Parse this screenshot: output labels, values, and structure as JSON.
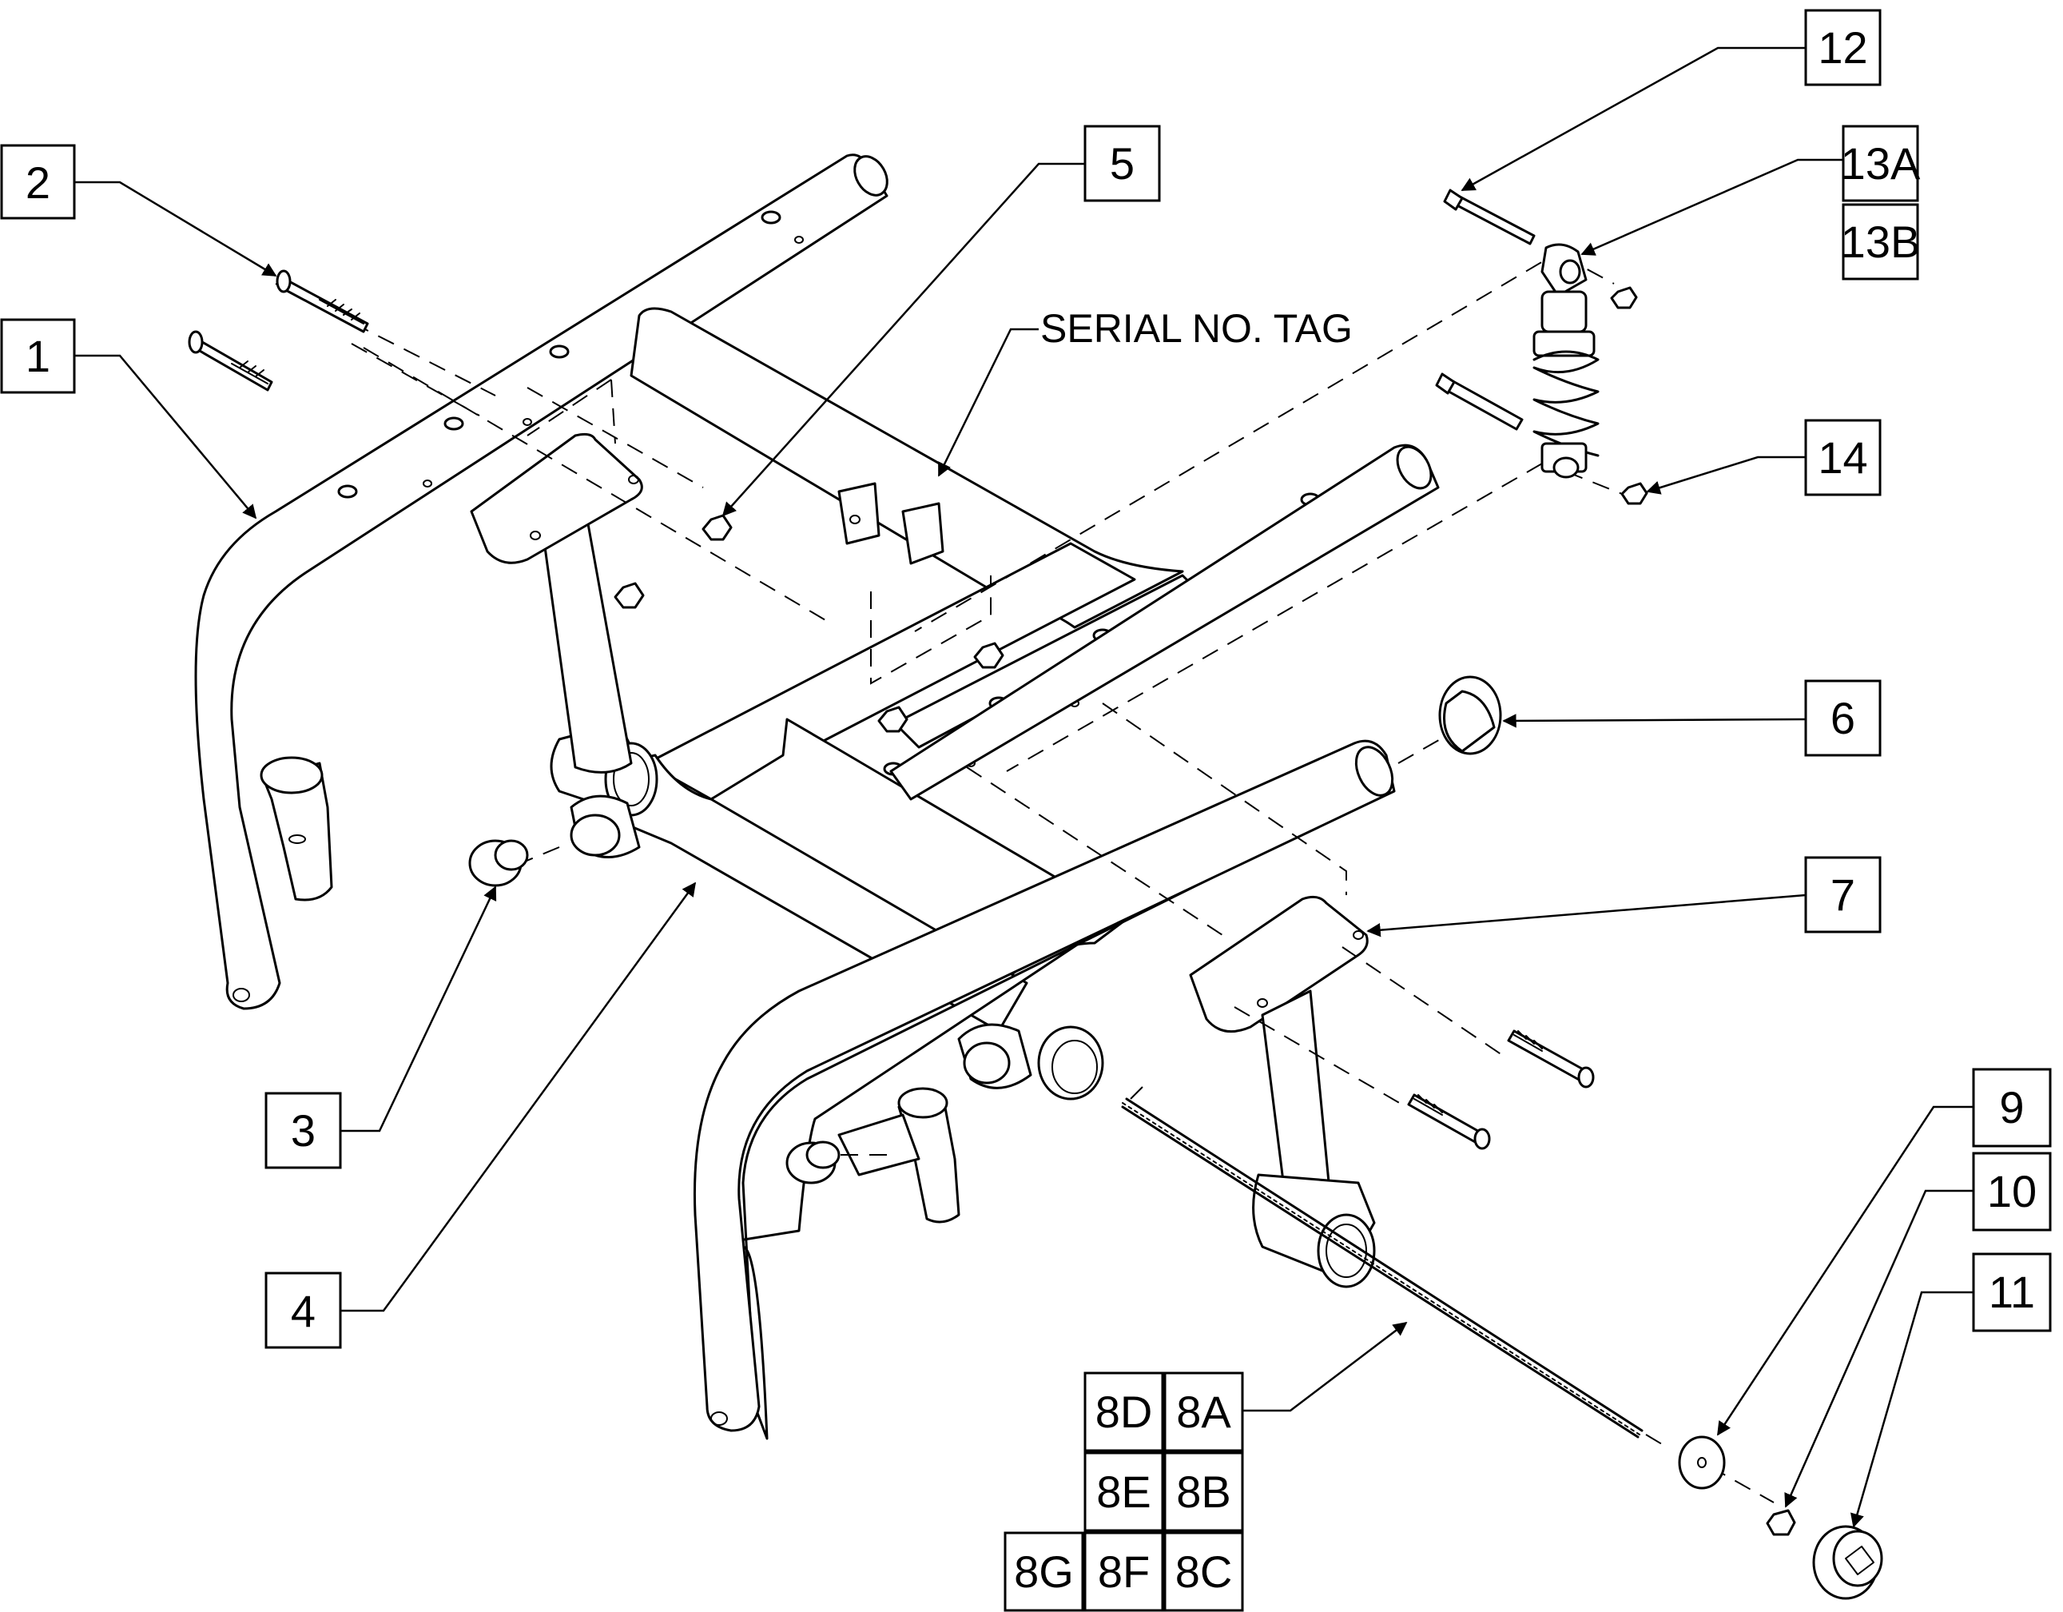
{
  "callouts": {
    "c1": "1",
    "c2": "2",
    "c3": "3",
    "c4": "4",
    "c5": "5",
    "c6": "6",
    "c7": "7",
    "c8A": "8A",
    "c8B": "8B",
    "c8C": "8C",
    "c8D": "8D",
    "c8E": "8E",
    "c8F": "8F",
    "c8G": "8G",
    "c9": "9",
    "c10": "10",
    "c11": "11",
    "c12": "12",
    "c13A": "13A",
    "c13B": "13B",
    "c14": "14"
  },
  "labels": {
    "serial_tag": "SERIAL NO. TAG"
  }
}
